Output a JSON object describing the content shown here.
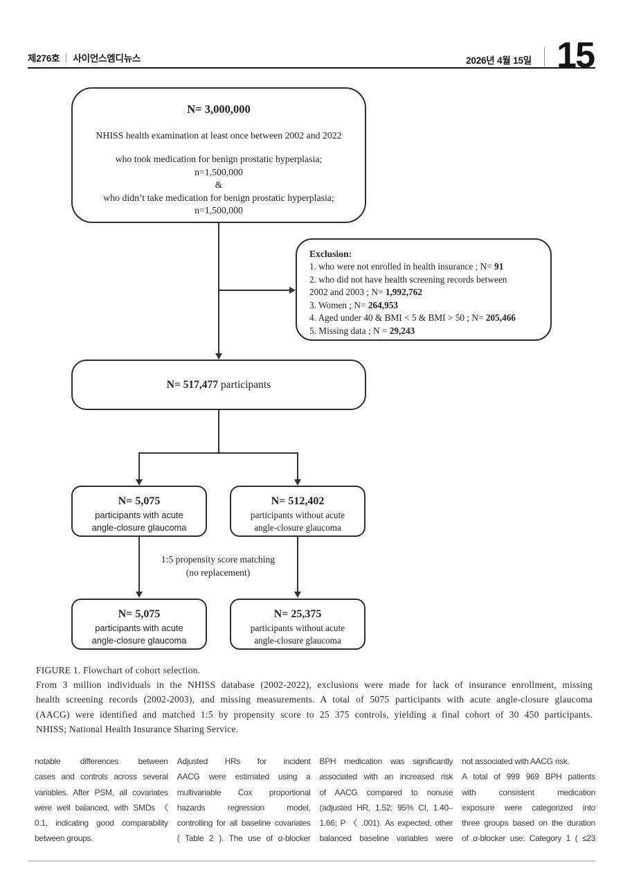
{
  "header": {
    "issue": "제276호",
    "brand": "사이언스엠디뉴스",
    "date": "2026년 4월 15일",
    "page_number": "15"
  },
  "flowchart": {
    "box_source": {
      "title": "N= 3,000,000",
      "subtitle": "NHISS health examination at least once between 2002 and 2022",
      "lines": [
        "who took medication for benign prostatic hyperplasia;",
        "n=1,500,000",
        "&",
        "who didn’t take medication for benign prostatic hyperplasia;",
        "n=1,500,000"
      ]
    },
    "box_exclusion": {
      "title": "Exclusion:",
      "lines": [
        "1. who were not enrolled in health insurance ; N= **91**",
        "2. who did not have health screening records between",
        "2002 and 2003 ; N= **1,992,762**",
        "3. Women ; N= **264,953**",
        "4. Aged under 40 & BMI < 5 & BMI > 50 ; N= **205,466**",
        "5. Missing data ; N = **29,243**"
      ]
    },
    "box_participants": {
      "text": "**N= 517,477** participants"
    },
    "box_aacg_pre": {
      "title": "N= 5,075",
      "lines": [
        "participants with acute",
        "angle-closure glaucoma"
      ]
    },
    "box_control_pre": {
      "title": "N= 512,402",
      "lines": [
        "participants without acute",
        "angle-closure glaucoma"
      ]
    },
    "matching_note": [
      "1:5 propensity score matching",
      "(no replacement)"
    ],
    "box_aacg_post": {
      "title": "N= 5,075",
      "lines": [
        "participants with acute",
        "angle-closure glaucoma"
      ]
    },
    "box_control_post": {
      "title": "N= 25,375",
      "lines": [
        "participants without acute",
        "angle-closure glaucoma"
      ]
    }
  },
  "caption": {
    "title": "FIGURE 1. Flowchart of cohort selection.",
    "body": {
      "complete": true,
      "lines": [
        "From 3 million individuals in the NHISS database (2002-2022), exclusions were made for lack of insurance enrollment, missing",
        "health screening records (2002-2003), and missing measurements. A total of 5075 participants with acute angle-closure glaucoma",
        "(AACG) were identified and matched 1:5 by propensity score to 25 375 controls, yielding a final cohort of 30 450 participants.",
        "NHISS; National Health Insurance Sharing Service."
      ]
    }
  },
  "article": {
    "columns": [
      {
        "paragraphs": [
          {
            "complete": true,
            "lines": [
              "notable differences between",
              "cases and controls across several",
              "variables. After PSM, all covariates",
              "were well balanced, with SMDs 〈",
              "0.1, indicating good comparability",
              "between groups."
            ]
          }
        ]
      },
      {
        "paragraphs": [
          {
            "complete": false,
            "lines": [
              "Adjusted HRs for incident",
              "AACG were estimated using a",
              "multivariable Cox proportional",
              "hazards regression model,",
              "controlling for all baseline covariates",
              "( Table 2 ). The use of *α*-blocker"
            ]
          }
        ]
      },
      {
        "paragraphs": [
          {
            "complete": false,
            "lines": [
              "BPH medication was significantly",
              "associated with an increased risk",
              "of AACG compared to nonuse",
              "(adjusted HR, 1.52; 95% CI, 1.40–",
              "1.66; P 〈 .001). As expected, other",
              "balanced baseline variables were"
            ]
          }
        ]
      },
      {
        "paragraphs": [
          {
            "complete": true,
            "lines": [
              "not associated with AACG risk."
            ]
          },
          {
            "complete": false,
            "lines": [
              "A total of 999 969 BPH patients",
              "with consistent medication",
              "exposure were categorized into",
              "three groups based on the duration",
              "of *α*-blocker use: Category 1 ( ≤23"
            ]
          }
        ]
      }
    ]
  },
  "colors": {
    "ink": "#232323",
    "connector": "#333333",
    "header_rule": "#161616",
    "footer_rule": "#cacaca"
  }
}
